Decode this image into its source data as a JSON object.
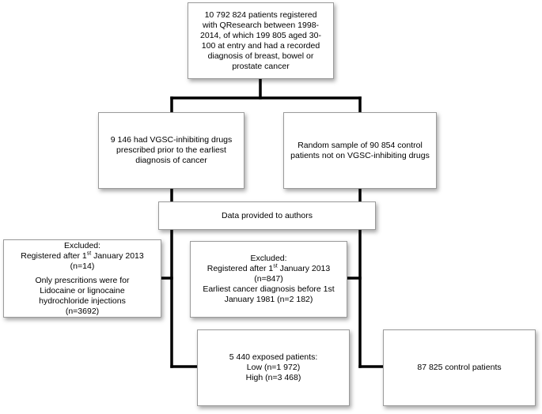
{
  "boxes": {
    "registered": {
      "text": "10 792 824 patients registered with QResearch between 1998-2014, of which 199 805 aged 30-100 at entry and had a recorded diagnosis of breast, bowel or prostate cancer"
    },
    "vgsc": {
      "text": "9 146 had VGSC-inhibiting drugs prescribed prior to the earliest diagnosis of cancer"
    },
    "control_sample": {
      "text": "Random sample of 90 854 control patients not on VGSC-inhibiting drugs"
    },
    "data_provided": {
      "text": "Data provided to authors"
    },
    "excluded_left": {
      "title": "Excluded:",
      "line1_pre": "Registered after 1",
      "line1_sup": "st",
      "line1_post": " January 2013 (n=14)",
      "line2": "Only prescritions were for Lidocaine or lignocaine hydrochloride injections (n=3692)"
    },
    "excluded_center": {
      "title": "Excluded:",
      "line1_pre": "Registered after 1",
      "line1_sup": "st",
      "line1_post": " January 2013 (n=847)",
      "line2": "Earliest cancer diagnosis before 1st January 1981 (n=2 182)"
    },
    "exposed": {
      "title": "5 440 exposed patients:",
      "low": "Low (n=1 972)",
      "high": "High (n=3 468)"
    },
    "controls": {
      "text": "87 825 control patients"
    }
  }
}
